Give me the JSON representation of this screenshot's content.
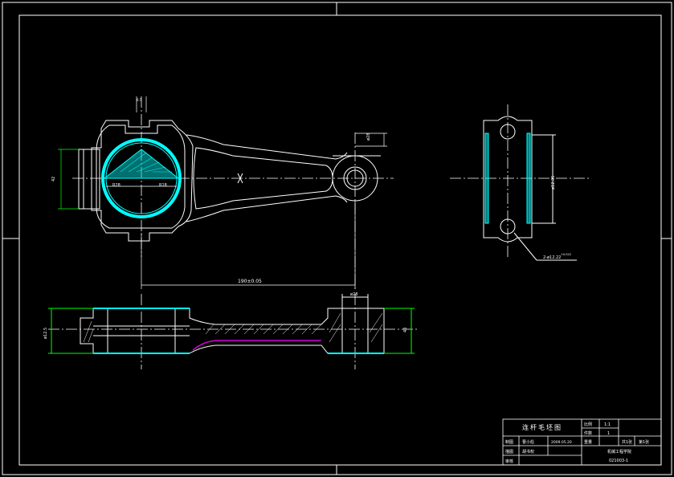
{
  "colors": {
    "background": "#000000",
    "line": "#ffffff",
    "section": "#00ffff",
    "dimension": "#00ff00",
    "hatch": "#ffffff",
    "hidden": "#ff00ff"
  },
  "dimensions": {
    "center_distance": "190±0.05",
    "big_end_width": "42",
    "small_end_bore": "ø28",
    "small_end_width": "ø28",
    "big_end_thickness": "ø12.5",
    "side_height": "ø12.35",
    "bolt_hole": "2-ø12.22",
    "bolt_hole_tolerance": "+0.022",
    "side_width": "40",
    "bore_radius": "R28",
    "bore_radius2": "R18",
    "top_width": "6.5"
  },
  "title_block": {
    "title": "连杆毛坯图",
    "ratio_label": "比例",
    "ratio_value": "1:1",
    "quantity_label": "件数",
    "quantity_value": "1",
    "designer_label": "制图",
    "designer_name": "曹小彪",
    "date": "2009.05.20",
    "weight_label": "重量",
    "sheet_label": "共1张",
    "sheet_no": "第1张",
    "checker_label": "描图",
    "checker_name": "胡书权",
    "reviewer_label": "审核",
    "school": "机械工程学院",
    "drawing_no": "021003-1"
  }
}
